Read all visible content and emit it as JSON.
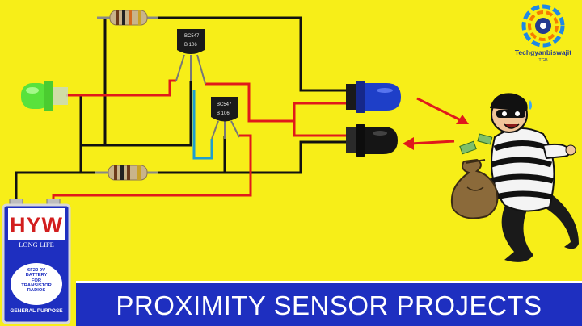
{
  "banner": {
    "title": "PROXIMITY SENSOR PROJECTS"
  },
  "logo": {
    "name": "Techgyanbiswajit",
    "sub": "TGB"
  },
  "battery": {
    "brand": "HYW",
    "tagline": "LONG LIFE",
    "info_lines": [
      "6F22 9V",
      "BATTERY",
      "FOR",
      "TRANSISTOR",
      "RADIOS"
    ],
    "purpose": "GENERAL PURPOSE"
  },
  "transistors": [
    {
      "part": "BC547",
      "code": "B 106"
    },
    {
      "part": "BC547",
      "code": "B 106"
    }
  ],
  "colors": {
    "background": "#f7ee18",
    "wire_black": "#111111",
    "wire_red": "#e0191b",
    "wire_blue": "#1e9fd0",
    "banner": "#1e2fc0",
    "led_green": "#59e23c",
    "ir_led_blue": "#1e3fc8",
    "arrow_red": "#e0191b"
  },
  "icons": [
    "green-led-icon",
    "ir-transmitter-led-icon",
    "ir-receiver-icon",
    "resistor-icon",
    "transistor-icon",
    "battery-icon",
    "thief-icon",
    "money-bag-icon",
    "logo-icon"
  ]
}
